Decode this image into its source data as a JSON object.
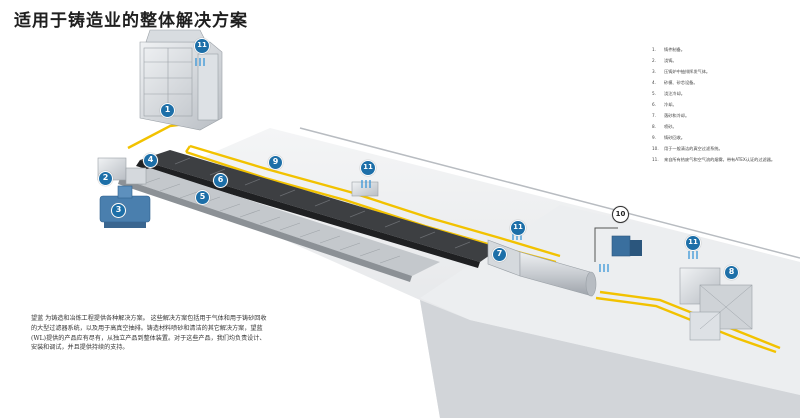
{
  "title": "适用于铸造业的整体解决方案",
  "intro": "望蓝 为铸造和冶炼工程提供各种解决方案。 这些解决方案包括用于气体和用于铸砂回收的大型过滤器系统，以及用于高真空抽排。铸造材料喷砂和清洁的其它解决方案，望蓝(WL)提供的产品应有尽有，从独立产品到整体装置。对于这些产品，我们均负责设计、安装和调试，并且提供持续的支持。",
  "legend": [
    {
      "num": "1.",
      "text": "铸件制备。"
    },
    {
      "num": "2.",
      "text": "浇铸。"
    },
    {
      "num": "3.",
      "text": "压铸炉中抽排挥发气体。"
    },
    {
      "num": "4.",
      "text": "砂模、砂芯设备。"
    },
    {
      "num": "5.",
      "text": "浇注冷却。"
    },
    {
      "num": "6.",
      "text": "冷却。"
    },
    {
      "num": "7.",
      "text": "落砂和冷却。"
    },
    {
      "num": "8.",
      "text": "喷砂。"
    },
    {
      "num": "9.",
      "text": "铸砂回收。"
    },
    {
      "num": "10.",
      "text": "用于一般清洁的真空过滤系统。"
    },
    {
      "num": "11.",
      "text": "来自所有热废气和空气流的烟雾。带有ATEX认证的过滤器。"
    }
  ],
  "markers": [
    "1",
    "2",
    "3",
    "4",
    "5",
    "6",
    "7",
    "8",
    "9",
    "10",
    "11",
    "11",
    "11",
    "11"
  ],
  "colors": {
    "marker": "#1d6fa8",
    "rail": "#f2c200",
    "emission": "#2a8fd6",
    "floor": "#e8e9eb"
  }
}
